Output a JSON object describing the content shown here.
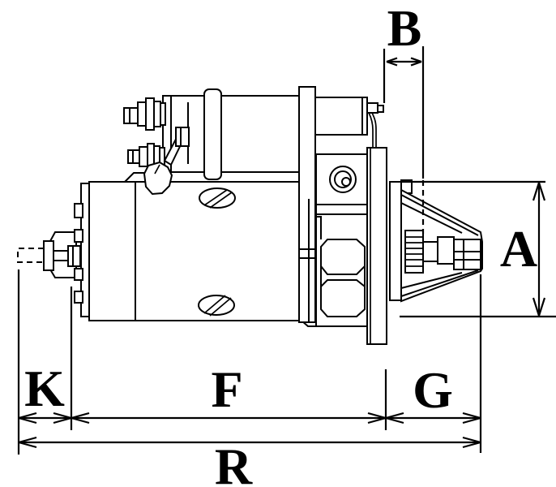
{
  "diagram": {
    "type": "technical-drawing",
    "subject": "starter-motor-side-view-dimensional-drawing",
    "theme": {
      "bg-color": "#ffffff",
      "line-color": "#000000"
    },
    "dimensions": {
      "pinion_overhang": {
        "label": "B"
      },
      "mount_height": {
        "label": "A"
      },
      "rear_protrusion": {
        "label": "K"
      },
      "body_length": {
        "label": "F"
      },
      "drive_end_length": {
        "label": "G"
      },
      "total_length": {
        "label": "R"
      }
    }
  }
}
